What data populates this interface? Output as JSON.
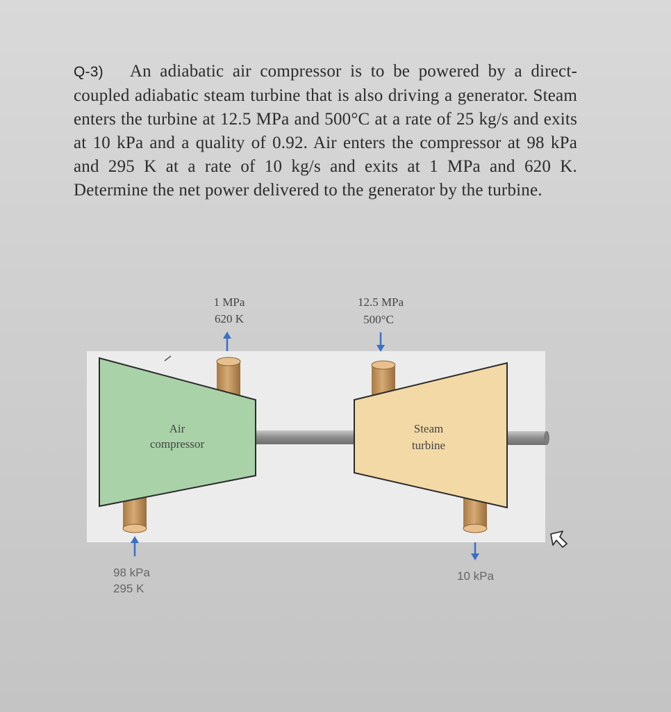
{
  "question": {
    "label": "Q-3)",
    "text": "An adiabatic air compressor is to be powered by a direct-coupled adiabatic steam turbine that is also driving a generator. Steam enters the turbine at 12.5 MPa and 500°C at a rate of 25 kg/s and exits at 10 kPa and a quality of 0.92. Air enters the compressor at 98 kPa and 295 K at a rate of 10 kg/s and exits at 1 MPa and 620 K. Determine the net power delivered to the generator by the turbine."
  },
  "diagram": {
    "compressor": {
      "label_line1": "Air",
      "label_line2": "compressor",
      "outlet_pressure": "1 MPa",
      "outlet_temperature": "620 K",
      "inlet_pressure": "98 kPa",
      "inlet_temperature": "295 K"
    },
    "turbine": {
      "label_line1": "Steam",
      "label_line2": "turbine",
      "inlet_pressure": "12.5 MPa",
      "inlet_temperature": "500°C",
      "outlet_pressure": "10 kPa"
    }
  },
  "colors": {
    "compressor_fill": "#a9d2a9",
    "turbine_fill": "#f3d9a6",
    "pipe": "#c79a63",
    "shaft": "#9a9a9a",
    "arrow": "#3a6fc4"
  },
  "icons": {
    "cursor": "mouse-pointer-icon"
  }
}
